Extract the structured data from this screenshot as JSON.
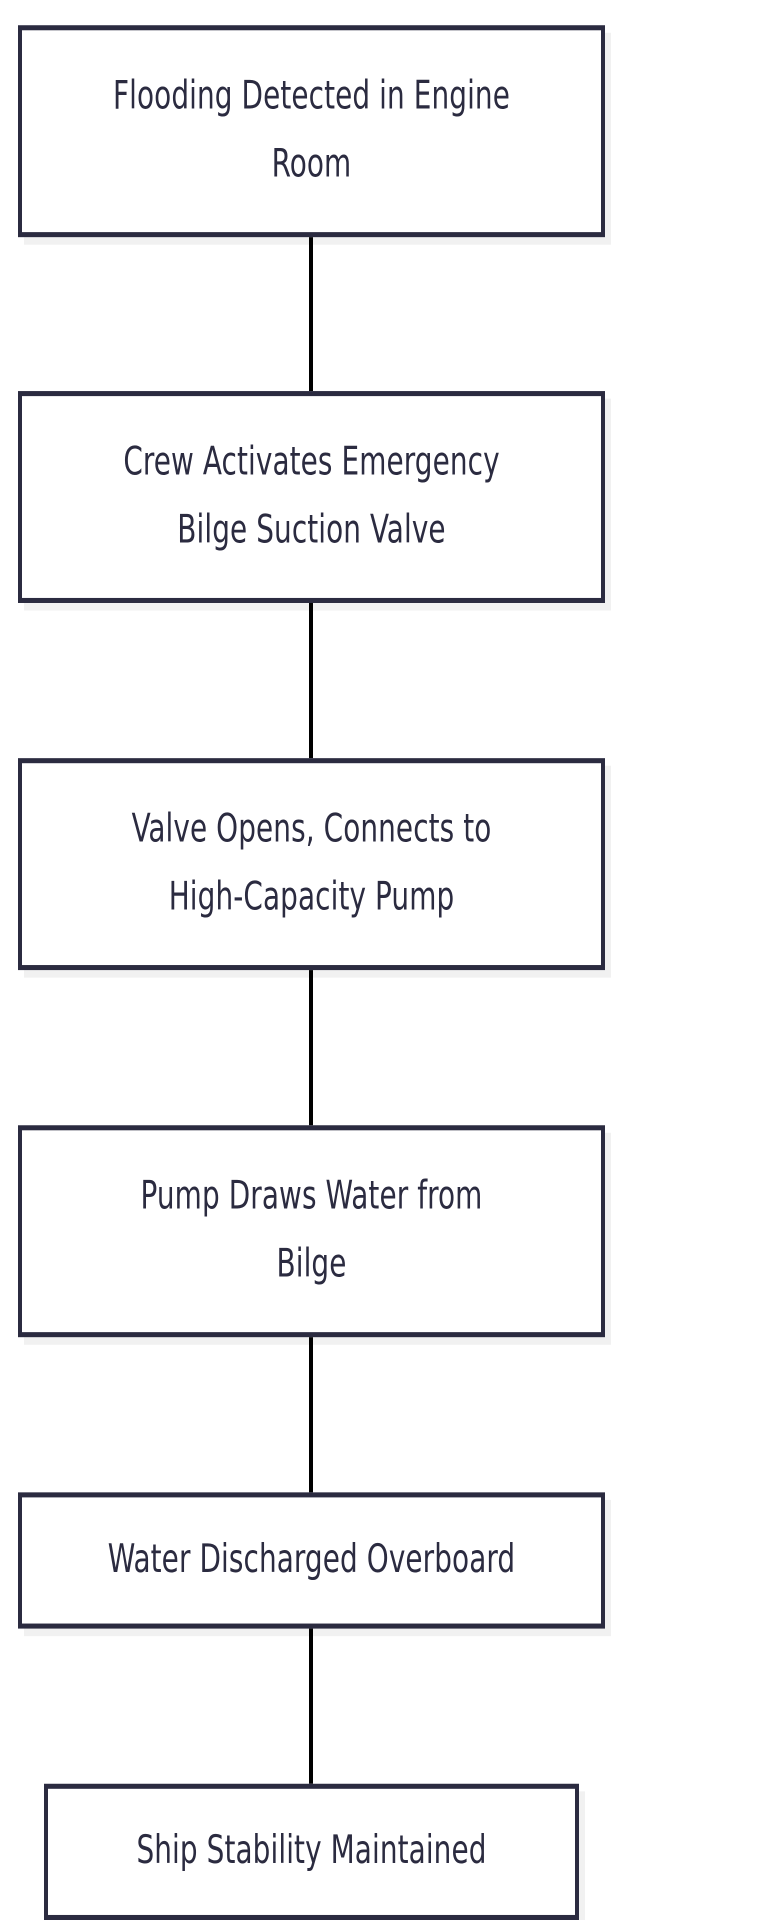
{
  "diagram": {
    "type": "flowchart",
    "orientation": "top-to-bottom",
    "theme": {
      "node_border_color": "#2b2b40",
      "node_fill_color": "#ffffff",
      "node_text_color": "#2b2b40",
      "edge_color": "#000000",
      "shadow_color": "#f1f1f1",
      "background_color": "#ffffff"
    },
    "nodes": [
      {
        "id": "n1",
        "shape": "rectangle",
        "label": "Flooding Detected in Engine\nRoom",
        "lines": 2
      },
      {
        "id": "n2",
        "shape": "rectangle",
        "label": "Crew Activates Emergency\nBilge Suction Valve",
        "lines": 2
      },
      {
        "id": "n3",
        "shape": "rectangle",
        "label": "Valve Opens, Connects to\nHigh-Capacity Pump",
        "lines": 2
      },
      {
        "id": "n4",
        "shape": "rectangle",
        "label": "Pump Draws Water from\nBilge",
        "lines": 2
      },
      {
        "id": "n5",
        "shape": "rectangle",
        "label": "Water Discharged Overboard",
        "lines": 1
      },
      {
        "id": "n6",
        "shape": "rectangle",
        "label": "Ship Stability Maintained",
        "lines": 1
      }
    ],
    "edges": [
      {
        "id": "e1",
        "from": "n1",
        "to": "n2",
        "label": "",
        "arrowhead": "solid-triangle"
      },
      {
        "id": "e2",
        "from": "n2",
        "to": "n3",
        "label": "",
        "arrowhead": "solid-triangle"
      },
      {
        "id": "e3",
        "from": "n3",
        "to": "n4",
        "label": "",
        "arrowhead": "solid-triangle"
      },
      {
        "id": "e4",
        "from": "n4",
        "to": "n5",
        "label": "",
        "arrowhead": "solid-triangle"
      },
      {
        "id": "e5",
        "from": "n5",
        "to": "n6",
        "label": "",
        "arrowhead": "solid-triangle"
      }
    ]
  }
}
